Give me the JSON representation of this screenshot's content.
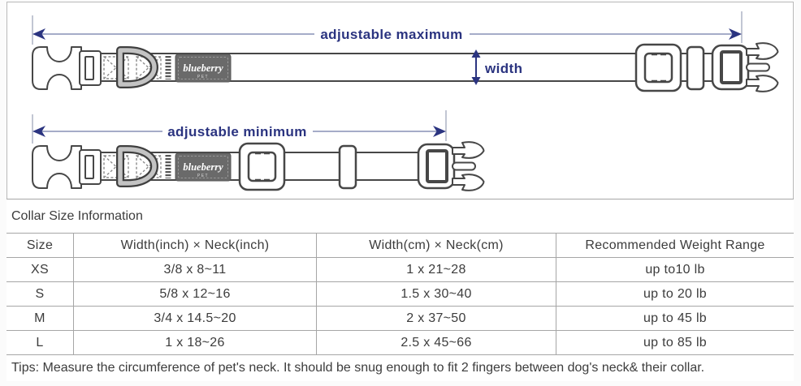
{
  "diagram": {
    "accent_color": "#2b3480",
    "line_color": "#8791b5",
    "annotations": {
      "max_label": "adjustable maximum",
      "min_label": "adjustable minimum",
      "width_label": "width"
    },
    "brand_patch": {
      "name": "blueberry",
      "sub": "PET"
    }
  },
  "size_table": {
    "title": "Collar Size Information",
    "headers": [
      "Size",
      "Width(inch) × Neck(inch)",
      "Width(cm) × Neck(cm)",
      "Recommended Weight Range"
    ],
    "rows": [
      {
        "size": "XS",
        "inch": "3/8 x 8~11",
        "cm": "1 x 21~28",
        "weight": "up to10 lb"
      },
      {
        "size": "S",
        "inch": "5/8 x 12~16",
        "cm": "1.5 x 30~40",
        "weight": "up to 20 lb"
      },
      {
        "size": "M",
        "inch": "3/4 x 14.5~20",
        "cm": "2 x 37~50",
        "weight": "up to 45 lb"
      },
      {
        "size": "L",
        "inch": "1 x 18~26",
        "cm": "2.5 x 45~66",
        "weight": "up to 85 lb"
      }
    ],
    "tips": "Tips: Measure the circumference of pet's neck. It should be snug enough to fit 2 fingers between dog's neck& their collar."
  }
}
